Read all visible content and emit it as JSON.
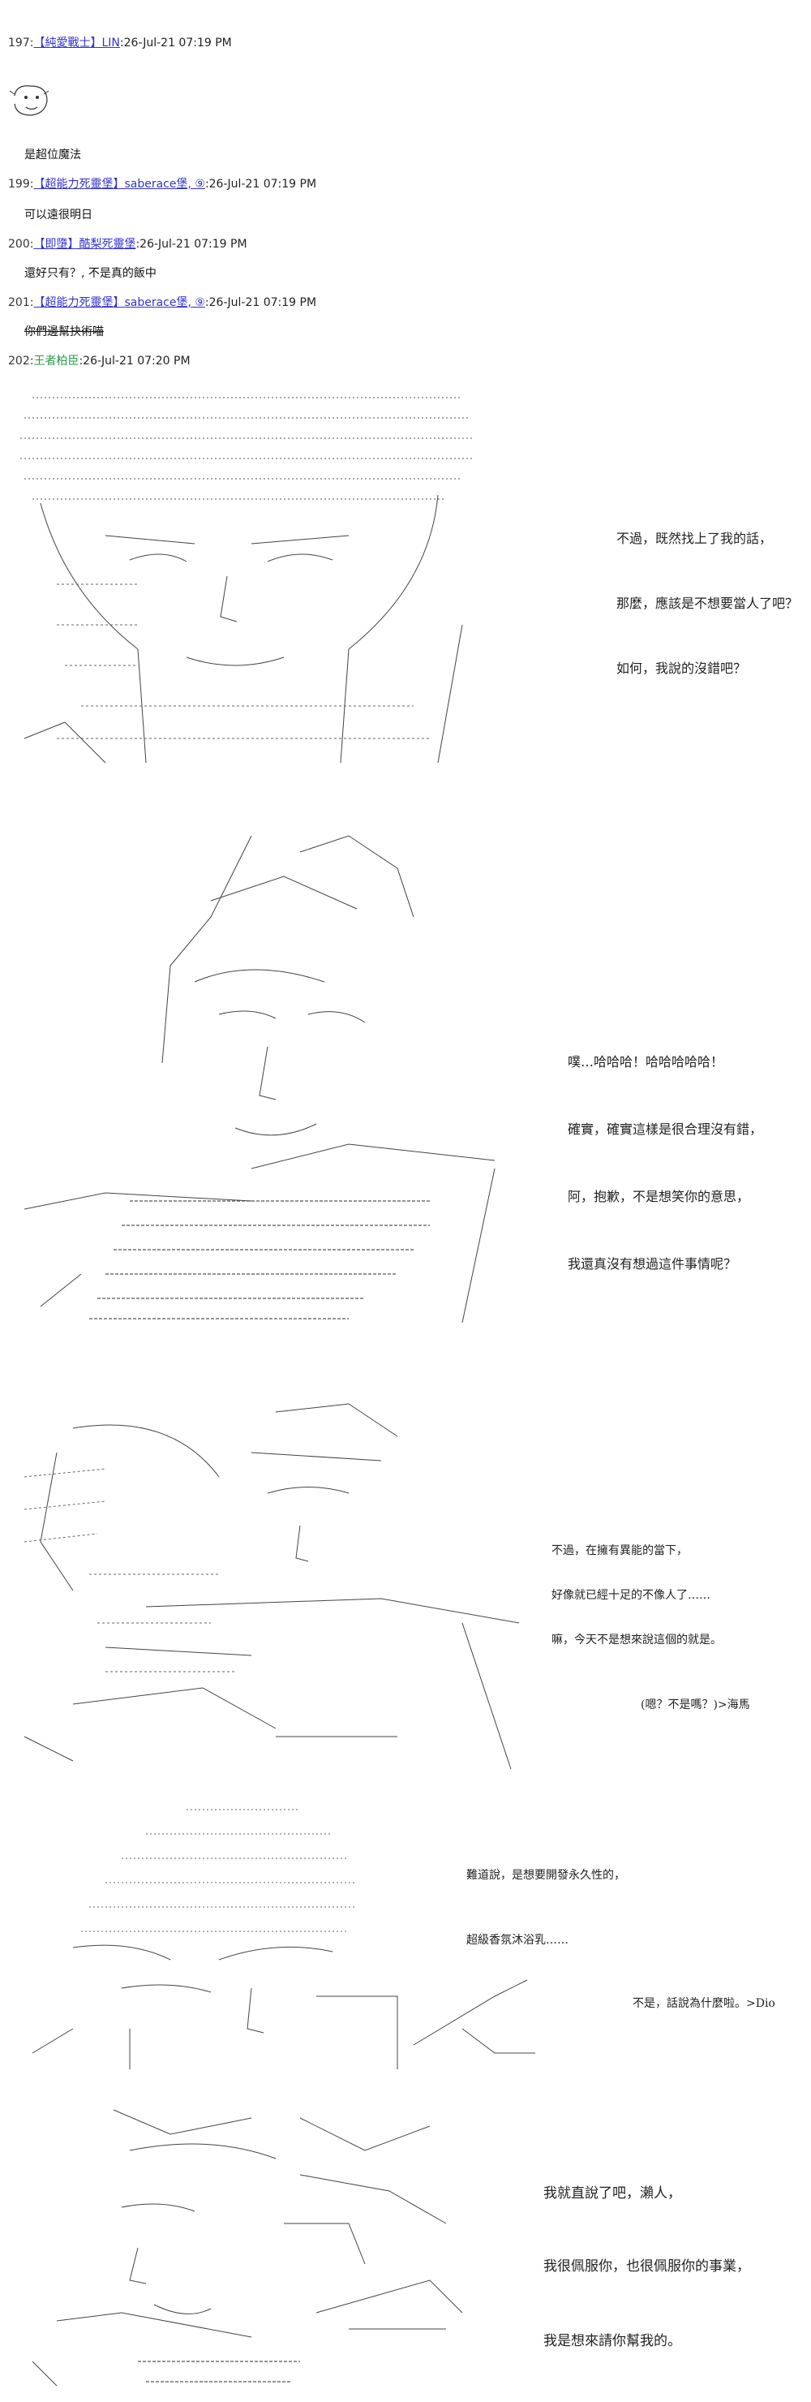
{
  "posts": [
    {
      "num": "197:",
      "name": "【純愛戰士】LIN",
      "time": ":26-Jul-21 07:19 PM",
      "message": "是超位魔法",
      "message_strike": ""
    },
    {
      "num": "199:",
      "name": "【超能力死靈堡】saberace堡, ⑨",
      "time": ":26-Jul-21 07:19 PM",
      "message": "可以遠很明日",
      "message_strike": ""
    },
    {
      "num": "200:",
      "name": "【即墮】酷梨死靈堡",
      "time": ":26-Jul-21 07:19 PM",
      "message": "還好只有？, 不是真的飯中",
      "message_strike": ""
    },
    {
      "num": "201:",
      "name": "【超能力死靈堡】saberace堡, ⑨",
      "time": ":26-Jul-21 07:19 PM",
      "message": "",
      "message_strike": "你們邊幫抉術喵"
    },
    {
      "num": "202:",
      "name": "王者柏臣",
      "time": ":26-Jul-21 07:20 PM",
      "message": "",
      "message_strike": ""
    }
  ],
  "panels": [
    {
      "lines": [
        "不過，既然找上了我的話，",
        "那麼，應該是不想要當人了吧？",
        "如何，我說的沒錯吧？"
      ]
    },
    {
      "lines": [
        "噗…哈哈哈！哈哈哈哈哈！",
        "確實，確實這樣是很合理沒有錯，",
        "阿，抱歉，不是想笑你的意思，",
        "我還真沒有想過這件事情呢？"
      ]
    },
    {
      "lines": [
        "不過，在擁有異能的當下，",
        "好像就已經十足的不像人了……",
        "嘛，今天不是想來說這個的就是。",
        "(嗯？不是嗎？)>海馬"
      ]
    },
    {
      "lines": [
        "難道說，是想要開發永久性的，",
        "超級香氛沐浴乳……",
        "不是，話說為什麼啦。>Dio"
      ]
    },
    {
      "lines": [
        "我就直說了吧，瀨人，",
        "我很佩服你，也很佩服你的事業，",
        "我是想來請你幫我的。"
      ]
    }
  ]
}
